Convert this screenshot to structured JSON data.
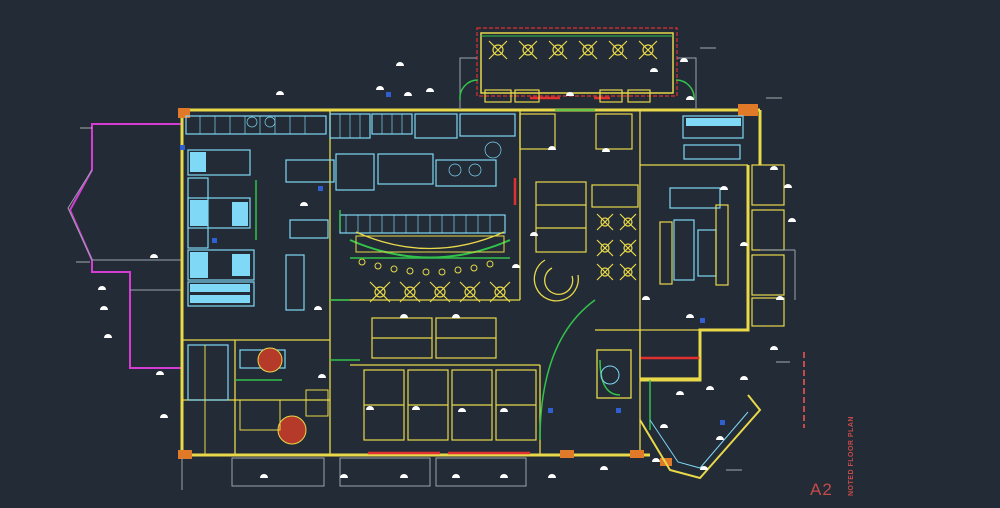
{
  "title_block": {
    "sheet_number": "A2",
    "sheet_title": "NOTED FLOOR PLAN"
  },
  "colors": {
    "background": "#222b36",
    "walls": "#e8d84a",
    "kitchen_equipment": "#7fd8f5",
    "circulation": "#33c24a",
    "tags": "#ffffff",
    "outer_canopy": "#d43cd4",
    "title_block": "#c64a4a"
  },
  "icons": [
    "room-tag-marker",
    "pendant-light-fixture",
    "drain-marker"
  ]
}
